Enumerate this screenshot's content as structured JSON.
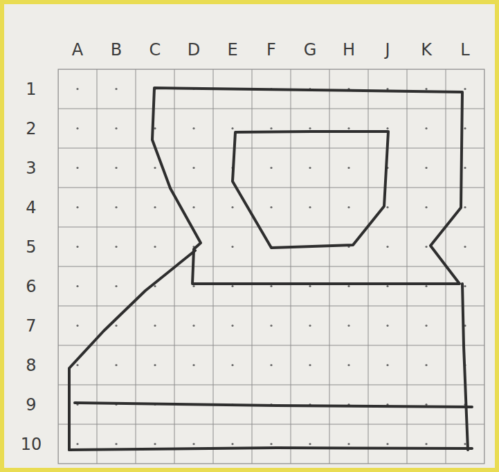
{
  "diagram": {
    "labels": [
      "A",
      "B",
      "C",
      "D",
      "E",
      "F",
      "G",
      "H",
      "J",
      "K",
      "L",
      "1",
      "2",
      "3",
      "4",
      "5",
      "6",
      "7",
      "8",
      "9",
      "10"
    ]
  }
}
